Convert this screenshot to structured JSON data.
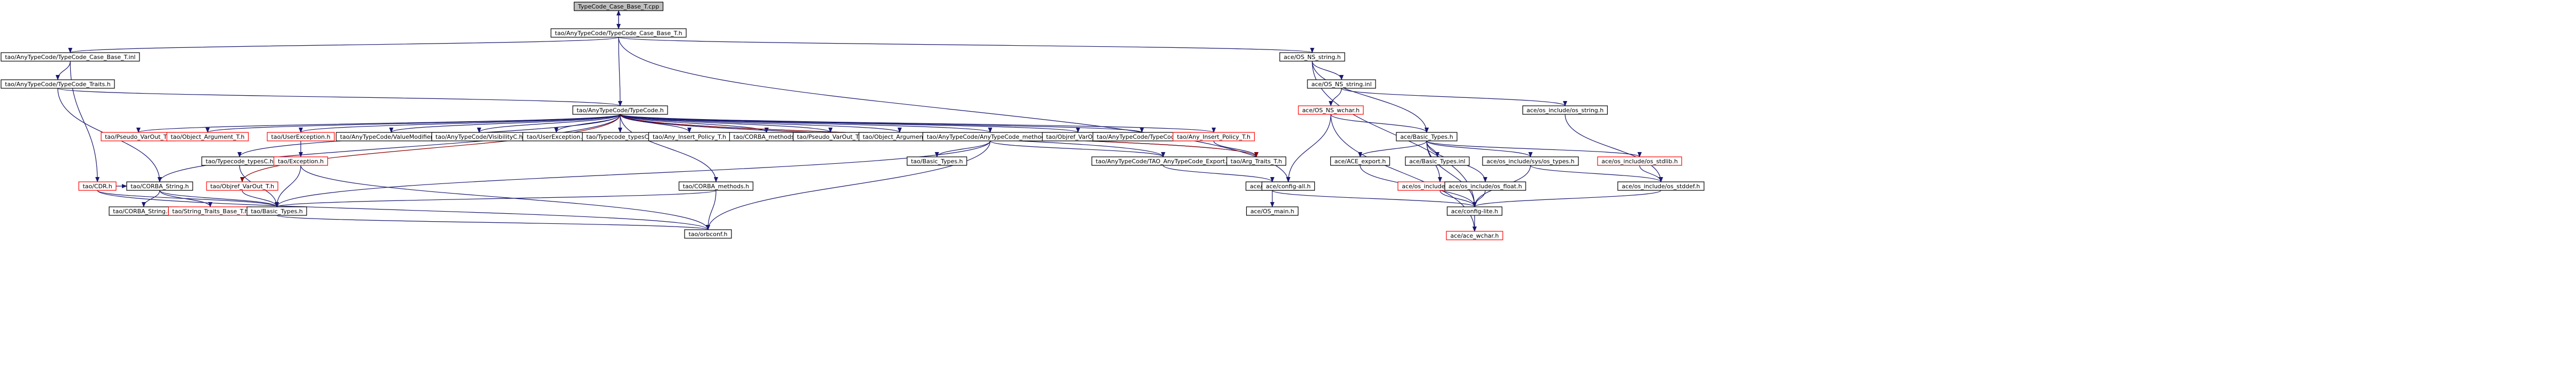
{
  "colors": {
    "node_border_normal": "#000000",
    "node_border_missing": "#ff0000",
    "node_fill_normal": "#ffffff",
    "node_fill_root": "#bfbfbf",
    "edge_main": "#191970",
    "edge_alt": "#8b0000",
    "text": "#000000"
  },
  "nodes": [
    {
      "id": "n0",
      "label": "TypeCode_Case_Base_T.cpp",
      "kind": "root"
    },
    {
      "id": "n1",
      "label": "tao/AnyTypeCode/TypeCode_Case_Base_T.h",
      "kind": "normal"
    },
    {
      "id": "n2",
      "label": "tao/AnyTypeCode/TypeCode_Case_Base_T.inl",
      "kind": "normal"
    },
    {
      "id": "n3",
      "label": "ace/OS_NS_string.h",
      "kind": "normal"
    },
    {
      "id": "n4",
      "label": "tao/AnyTypeCode/TypeCode_Traits.h",
      "kind": "normal"
    },
    {
      "id": "n5",
      "label": "ace/OS_NS_string.inl",
      "kind": "normal"
    },
    {
      "id": "n6",
      "label": "tao/AnyTypeCode/TypeCode.h",
      "kind": "normal"
    },
    {
      "id": "n7",
      "label": "ace/OS_NS_wchar.h",
      "kind": "missing"
    },
    {
      "id": "n8",
      "label": "ace/os_include/os_string.h",
      "kind": "normal"
    },
    {
      "id": "n9",
      "label": "tao/Pseudo_VarOut_T.h",
      "kind": "missing"
    },
    {
      "id": "n10",
      "label": "tao/Object_Argument_T.h",
      "kind": "missing"
    },
    {
      "id": "n11",
      "label": "tao/UserException.h",
      "kind": "missing"
    },
    {
      "id": "n12",
      "label": "tao/AnyTypeCode/ValueModifierC.h",
      "kind": "normal"
    },
    {
      "id": "n13",
      "label": "tao/AnyTypeCode/VisibilityC.h",
      "kind": "normal"
    },
    {
      "id": "n14",
      "label": "tao/UserException.h",
      "kind": "normal"
    },
    {
      "id": "n15",
      "label": "tao/Typecode_typesC.h",
      "kind": "normal"
    },
    {
      "id": "n16",
      "label": "tao/Any_Insert_Policy_T.h",
      "kind": "normal"
    },
    {
      "id": "n17",
      "label": "tao/CORBA_methods.h",
      "kind": "normal"
    },
    {
      "id": "n18",
      "label": "tao/Pseudo_VarOut_T.h",
      "kind": "normal"
    },
    {
      "id": "n19",
      "label": "tao/Object_Argument_T.h",
      "kind": "normal"
    },
    {
      "id": "n20",
      "label": "tao/AnyTypeCode/AnyTypeCode_methods.h",
      "kind": "normal"
    },
    {
      "id": "n21",
      "label": "tao/Objref_VarOut_T.h",
      "kind": "normal"
    },
    {
      "id": "n22",
      "label": "tao/AnyTypeCode/TypeCode.inl",
      "kind": "normal"
    },
    {
      "id": "n23",
      "label": "tao/Any_Insert_Policy_T.h",
      "kind": "missing"
    },
    {
      "id": "n24",
      "label": "ace/Basic_Types.h",
      "kind": "normal"
    },
    {
      "id": "n25",
      "label": "tao/Typecode_typesC.h",
      "kind": "normal"
    },
    {
      "id": "n26",
      "label": "tao/Exception.h",
      "kind": "missing"
    },
    {
      "id": "n27",
      "label": "tao/Basic_Types.h",
      "kind": "normal"
    },
    {
      "id": "n28",
      "label": "tao/AnyTypeCode/TAO_AnyTypeCode_Export.h",
      "kind": "normal"
    },
    {
      "id": "n29",
      "label": "tao/Arg_Traits_T.h",
      "kind": "normal"
    },
    {
      "id": "n30",
      "label": "ace/ACE_export.h",
      "kind": "normal"
    },
    {
      "id": "n31",
      "label": "ace/Basic_Types.inl",
      "kind": "normal"
    },
    {
      "id": "n32",
      "label": "ace/os_include/sys/os_types.h",
      "kind": "normal"
    },
    {
      "id": "n33",
      "label": "ace/os_include/os_stdlib.h",
      "kind": "missing"
    },
    {
      "id": "n34",
      "label": "tao/CDR.h",
      "kind": "missing"
    },
    {
      "id": "n35",
      "label": "tao/CORBA_String.h",
      "kind": "normal"
    },
    {
      "id": "n36",
      "label": "tao/Objref_VarOut_T.h",
      "kind": "missing"
    },
    {
      "id": "n37",
      "label": "tao/CORBA_methods.h",
      "kind": "normal"
    },
    {
      "id": "n38",
      "label": "ace/config-all.h",
      "kind": "normal"
    },
    {
      "id": "n39",
      "label": "ace/config-all.h",
      "kind": "normal"
    },
    {
      "id": "n40",
      "label": "ace/os_include/os_limits.h",
      "kind": "missing"
    },
    {
      "id": "n41",
      "label": "ace/os_include/os_float.h",
      "kind": "normal"
    },
    {
      "id": "n42",
      "label": "ace/os_include/os_stddef.h",
      "kind": "normal"
    },
    {
      "id": "n43",
      "label": "tao/CORBA_String.inl",
      "kind": "normal"
    },
    {
      "id": "n44",
      "label": "tao/String_Traits_Base_T.h",
      "kind": "missing"
    },
    {
      "id": "n45",
      "label": "tao/Basic_Types.h",
      "kind": "normal"
    },
    {
      "id": "n46",
      "label": "ace/OS_main.h",
      "kind": "normal"
    },
    {
      "id": "n47",
      "label": "ace/config-lite.h",
      "kind": "normal"
    },
    {
      "id": "n48",
      "label": "tao/orbconf.h",
      "kind": "normal"
    },
    {
      "id": "n49",
      "label": "ace/ace_wchar.h",
      "kind": "missing"
    }
  ],
  "edges": [
    [
      "n0",
      "n1",
      "main"
    ],
    [
      "n1",
      "n0",
      "main"
    ],
    [
      "n1",
      "n2",
      "main"
    ],
    [
      "n1",
      "n3",
      "main"
    ],
    [
      "n1",
      "n6",
      "main"
    ],
    [
      "n1",
      "n39",
      "main"
    ],
    [
      "n2",
      "n4",
      "main"
    ],
    [
      "n2",
      "n34",
      "main"
    ],
    [
      "n4",
      "n6",
      "main"
    ],
    [
      "n4",
      "n35",
      "main"
    ],
    [
      "n3",
      "n5",
      "main"
    ],
    [
      "n3",
      "n24",
      "main"
    ],
    [
      "n3",
      "n47",
      "main"
    ],
    [
      "n5",
      "n7",
      "main"
    ],
    [
      "n5",
      "n8",
      "main"
    ],
    [
      "n7",
      "n24",
      "main"
    ],
    [
      "n7",
      "n39",
      "main"
    ],
    [
      "n7",
      "n49",
      "main"
    ],
    [
      "n8",
      "n42",
      "main"
    ],
    [
      "n6",
      "n9",
      "main"
    ],
    [
      "n6",
      "n10",
      "main"
    ],
    [
      "n6",
      "n11",
      "main"
    ],
    [
      "n6",
      "n12",
      "main"
    ],
    [
      "n6",
      "n13",
      "main"
    ],
    [
      "n6",
      "n14",
      "main"
    ],
    [
      "n6",
      "n15",
      "main"
    ],
    [
      "n6",
      "n16",
      "main"
    ],
    [
      "n6",
      "n17",
      "main"
    ],
    [
      "n6",
      "n18",
      "main"
    ],
    [
      "n6",
      "n19",
      "main"
    ],
    [
      "n6",
      "n20",
      "main"
    ],
    [
      "n6",
      "n21",
      "main"
    ],
    [
      "n6",
      "n22",
      "main"
    ],
    [
      "n6",
      "n23",
      "main"
    ],
    [
      "n6",
      "n29",
      "main"
    ],
    [
      "n6",
      "n25",
      "main"
    ],
    [
      "n6",
      "n28",
      "main"
    ],
    [
      "n6",
      "n37",
      "main"
    ],
    [
      "n6",
      "n35",
      "main"
    ],
    [
      "n11",
      "n26",
      "main"
    ],
    [
      "n26",
      "n45",
      "main"
    ],
    [
      "n26",
      "n48",
      "main"
    ],
    [
      "n25",
      "n45",
      "main"
    ],
    [
      "n20",
      "n27",
      "main"
    ],
    [
      "n20",
      "n28",
      "main"
    ],
    [
      "n20",
      "n45",
      "main"
    ],
    [
      "n20",
      "n48",
      "main"
    ],
    [
      "n23",
      "n29",
      "main"
    ],
    [
      "n28",
      "n38",
      "main"
    ],
    [
      "n38",
      "n46",
      "main"
    ],
    [
      "n38",
      "n47",
      "main"
    ],
    [
      "n37",
      "n45",
      "main"
    ],
    [
      "n37",
      "n48",
      "main"
    ],
    [
      "n24",
      "n30",
      "main"
    ],
    [
      "n24",
      "n31",
      "main"
    ],
    [
      "n24",
      "n32",
      "main"
    ],
    [
      "n24",
      "n33",
      "main"
    ],
    [
      "n24",
      "n40",
      "main"
    ],
    [
      "n24",
      "n41",
      "main"
    ],
    [
      "n24",
      "n47",
      "main"
    ],
    [
      "n30",
      "n47",
      "main"
    ],
    [
      "n32",
      "n42",
      "main"
    ],
    [
      "n33",
      "n42",
      "main"
    ],
    [
      "n40",
      "n47",
      "main"
    ],
    [
      "n41",
      "n47",
      "main"
    ],
    [
      "n42",
      "n47",
      "main"
    ],
    [
      "n32",
      "n47",
      "main"
    ],
    [
      "n47",
      "n49",
      "main"
    ],
    [
      "n34",
      "n35",
      "main"
    ],
    [
      "n34",
      "n45",
      "main"
    ],
    [
      "n34",
      "n48",
      "main"
    ],
    [
      "n35",
      "n43",
      "main"
    ],
    [
      "n35",
      "n44",
      "main"
    ],
    [
      "n35",
      "n45",
      "main"
    ],
    [
      "n36",
      "n45",
      "main"
    ],
    [
      "n45",
      "n48",
      "main"
    ],
    [
      "n6",
      "n36",
      "alt"
    ],
    [
      "n6",
      "n29",
      "alt"
    ]
  ]
}
